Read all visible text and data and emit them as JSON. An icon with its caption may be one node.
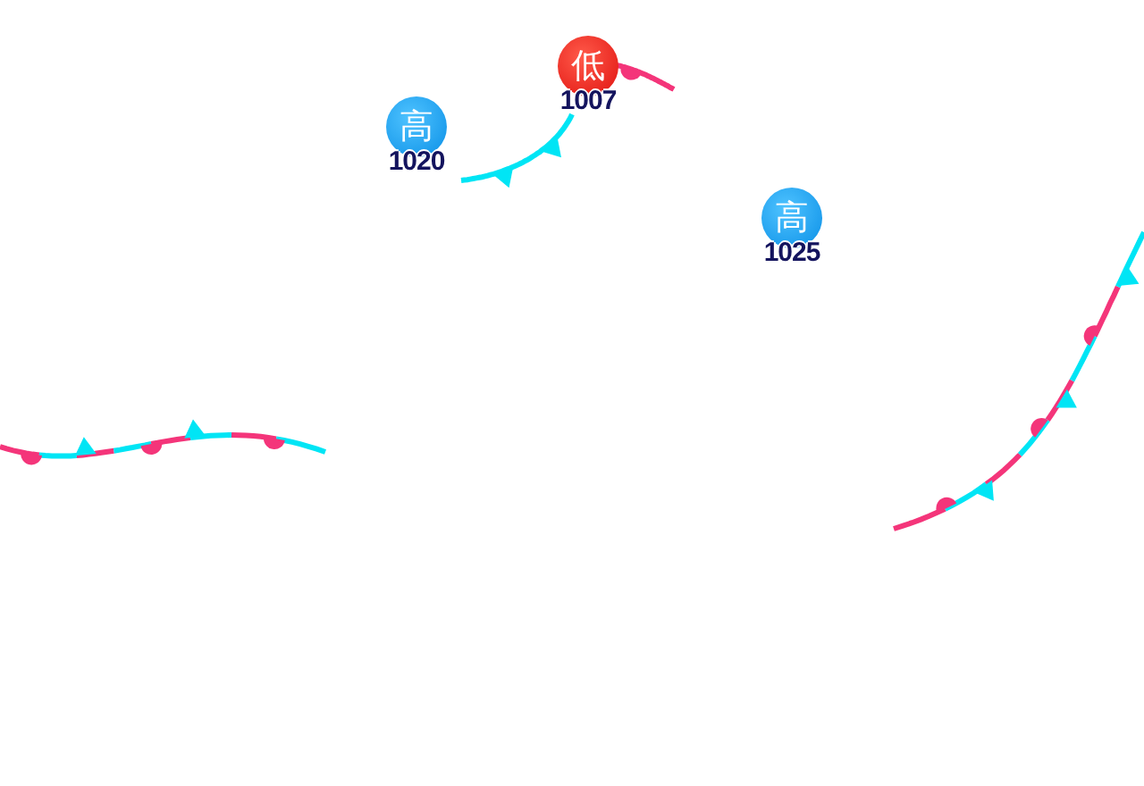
{
  "diagram": {
    "nodes": [
      {
        "text": [
          "低"
        ],
        "beside": [
          "1007"
        ]
      },
      {
        "text": [
          "高"
        ],
        "beside": [
          "1020"
        ]
      },
      {
        "text": [
          "高"
        ],
        "beside": [
          "1025"
        ]
      }
    ]
  }
}
